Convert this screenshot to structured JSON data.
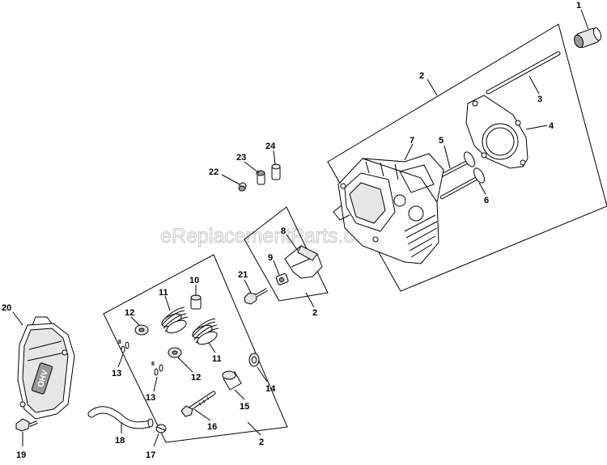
{
  "watermark": "eReplacementParts.com",
  "callouts": {
    "c1": "1",
    "c2a": "2",
    "c3": "3",
    "c4": "4",
    "c5": "5",
    "c6": "6",
    "c7": "7",
    "c8": "8",
    "c9": "9",
    "c2b": "2",
    "c10": "10",
    "c11a": "11",
    "c11b": "11",
    "c12a": "12",
    "c12b": "12",
    "c13a": "13",
    "c13b": "13",
    "c14": "14",
    "c15": "15",
    "c16": "16",
    "c2c": "2",
    "c17": "17",
    "c18": "18",
    "c19": "19",
    "c20": "20",
    "c21": "21",
    "c22": "22",
    "c23": "23",
    "c24": "24"
  },
  "small_labels": {
    "s8a": "8",
    "s8b": "8"
  },
  "cover_emblem": "OHV"
}
